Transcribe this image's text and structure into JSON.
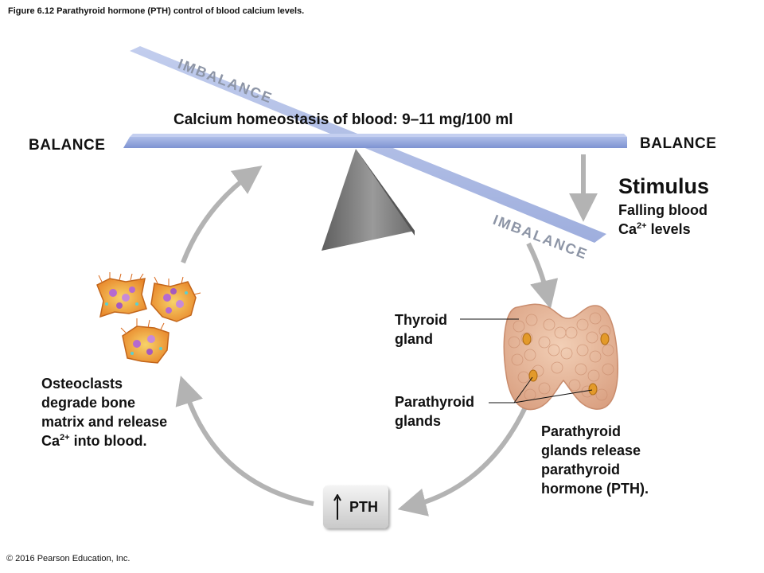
{
  "figure_title": "Figure 6.12 Parathyroid hormone (PTH) control of blood calcium levels.",
  "copyright": "© 2016 Pearson Education, Inc.",
  "homeostasis_label": "Calcium homeostasis of blood: 9–11 mg/100 ml",
  "balance_left": "BALANCE",
  "balance_right": "BALANCE",
  "imbalance_top": "IMBALANCE",
  "imbalance_bottom": "IMBALANCE",
  "stimulus": {
    "heading": "Stimulus",
    "line1": "Falling blood",
    "line2_prefix": "Ca",
    "line2_sup": "2+",
    "line2_suffix": " levels"
  },
  "thyroid": {
    "line1": "Thyroid",
    "line2": "gland"
  },
  "parathyroid": {
    "line1": "Parathyroid",
    "line2": "glands"
  },
  "release": {
    "line1": "Parathyroid",
    "line2": "glands release",
    "line3": "parathyroid",
    "line4": "hormone (PTH)."
  },
  "pth_label": "PTH",
  "osteoclasts": {
    "line1": "Osteoclasts",
    "line2": "degrade bone",
    "line3": "matrix and release",
    "line4_prefix": "Ca",
    "line4_sup": "2+",
    "line4_suffix": " into blood."
  },
  "colors": {
    "beam": "#8fa3dc",
    "arrow": "#b3b3b3",
    "fulcrum": "#8a8a8a",
    "thyroid": "#e8b99a",
    "parathyroid": "#e39a2a",
    "osteoclast": "#f0a23a"
  },
  "icons": {
    "fulcrum": "fulcrum-triangle",
    "thyroid": "thyroid-gland-illustration",
    "osteoclasts": "osteoclast-cells-illustration",
    "up_arrow": "up-arrow-icon"
  }
}
